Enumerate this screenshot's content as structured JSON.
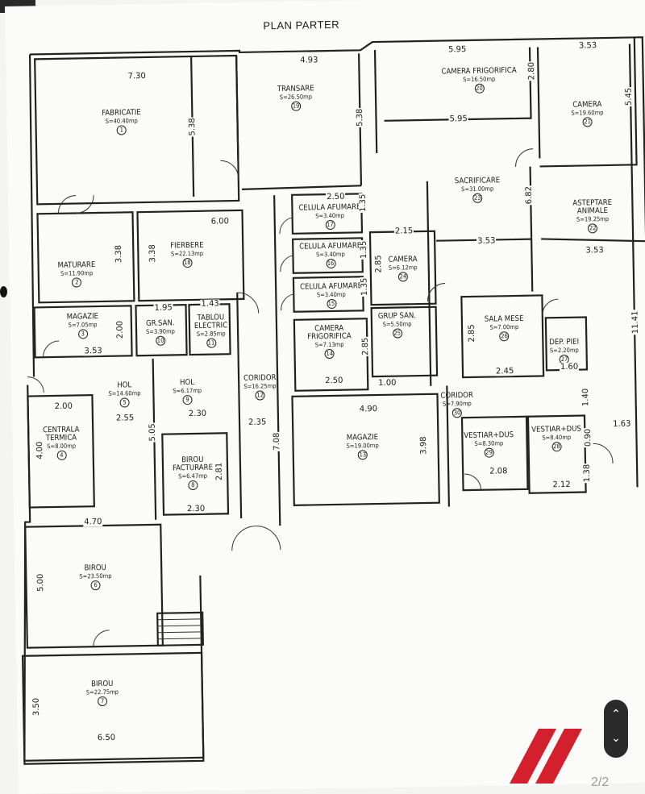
{
  "plan_title": "PLAN PARTER",
  "page_indicator": "2/2",
  "rooms": [
    {
      "name": "FABRICATIE",
      "area": "S=40.40mp",
      "num": "1"
    },
    {
      "name": "MATURARE",
      "area": "S=11.90mp",
      "num": "2"
    },
    {
      "name": "MAGAZIE",
      "area": "S=7.05mp",
      "num": "3"
    },
    {
      "name": "CENTRALA",
      "name2": "TERMICA",
      "area": "S=8.00mp",
      "num": "4"
    },
    {
      "name": "HOL",
      "area": "S=14.60mp",
      "num": "5"
    },
    {
      "name": "BIROU",
      "area": "S=23.50mp",
      "num": "6"
    },
    {
      "name": "BIROU",
      "area": "S=22.75mp",
      "num": "7"
    },
    {
      "name": "BIROU",
      "name2": "FACTURARE",
      "area": "S=6.47mp",
      "num": "8"
    },
    {
      "name": "HOL",
      "area": "S=6.17mp",
      "num": "9"
    },
    {
      "name": "GR.SAN.",
      "area": "S=3.90mp",
      "num": "10"
    },
    {
      "name": "TABLOU",
      "name2": "ELECTRIC",
      "area": "S=2.85mp",
      "num": "11"
    },
    {
      "name": "CORIDOR",
      "area": "S=16.25mp",
      "num": "12"
    },
    {
      "name": "MAGAZIE",
      "area": "S=19.00mp",
      "num": "13"
    },
    {
      "name": "CAMERA",
      "name2": "FRIGORIFICA",
      "area": "S=7.13mp",
      "num": "14"
    },
    {
      "name": "CELULA AFUMARE",
      "area": "S=3.40mp",
      "num": "15"
    },
    {
      "name": "CELULA AFUMARE",
      "area": "S=3.40mp",
      "num": "16"
    },
    {
      "name": "CELULA AFUMARE",
      "area": "S=3.40mp",
      "num": "17"
    },
    {
      "name": "FIERBERE",
      "area": "S=22.13mp",
      "num": "18"
    },
    {
      "name": "TRANSARE",
      "area": "S=26.50mp",
      "num": "19"
    },
    {
      "name": "CAMERA FRIGORIFICA",
      "area": "S=16.50mp",
      "num": "20"
    },
    {
      "name": "CAMERA",
      "area": "S=19.60mp",
      "num": "21"
    },
    {
      "name": "ASTEPTARE",
      "name2": "ANIMALE",
      "area": "S=19.25mp",
      "num": "22"
    },
    {
      "name": "SACRIFICARE",
      "area": "S=31.00mp",
      "num": "23"
    },
    {
      "name": "CAMERA",
      "area": "S=6.12mp",
      "num": "24"
    },
    {
      "name": "GRUP SAN.",
      "area": "S=5.50mp",
      "num": "25"
    },
    {
      "name": "SALA MESE",
      "area": "S=7.00mp",
      "num": "26"
    },
    {
      "name": "DEP. PIEI",
      "area": "S=2.20mp",
      "num": "27"
    },
    {
      "name": "VESTIAR+DUS",
      "area": "S=8.30mp",
      "num": "29"
    },
    {
      "name": "VESTIAR+DUS",
      "area": "S=8.40mp",
      "num": "28"
    },
    {
      "name": "CORIDOR",
      "area": "S=7.90mp",
      "num": "30"
    }
  ],
  "dimensions": {
    "d730": "7.30",
    "d493": "4.93",
    "d595a": "5.95",
    "d595b": "5.95",
    "d353a": "3.53",
    "d353b": "3.53",
    "d353c": "3.53",
    "d353d": "3.53",
    "d538a": "5.38",
    "d538b": "5.38",
    "d280": "2.80",
    "d545": "5.45",
    "d250a": "2.50",
    "d135a": "1.35",
    "d135b": "1.35",
    "d135c": "1.35",
    "d600": "6.00",
    "d215": "2.15",
    "d338a": "3.38",
    "d338b": "3.38",
    "d285a": "2.85",
    "d285b": "2.85",
    "d285c": "2.85",
    "d682": "6.82",
    "d195": "1.95",
    "d143": "1.43",
    "d200a": "2.00",
    "d200b": "2.00",
    "d250b": "2.50",
    "d100": "1.00",
    "d245": "2.45",
    "d160": "1.60",
    "d1141": "11.41",
    "d255": "2.55",
    "d230a": "2.30",
    "d230b": "2.30",
    "d235": "2.35",
    "d490": "4.90",
    "d140": "1.40",
    "d163": "1.63",
    "d400": "4.00",
    "d505": "5.05",
    "d281": "2.81",
    "d708": "7.08",
    "d398": "3.98",
    "d090": "0.90",
    "d208": "2.08",
    "d212": "2.12",
    "d138": "1.38",
    "d470": "4.70",
    "d500": "5.00",
    "d350": "3.50",
    "d650": "6.50"
  },
  "nav": {
    "up_icon": "chevron-up-icon",
    "down_icon": "chevron-down-icon"
  },
  "colors": {
    "logo": "#d4202c",
    "nav_bg": "#2b2b2b",
    "paper": "#fbfbfa",
    "ink": "#1a1a1a"
  }
}
